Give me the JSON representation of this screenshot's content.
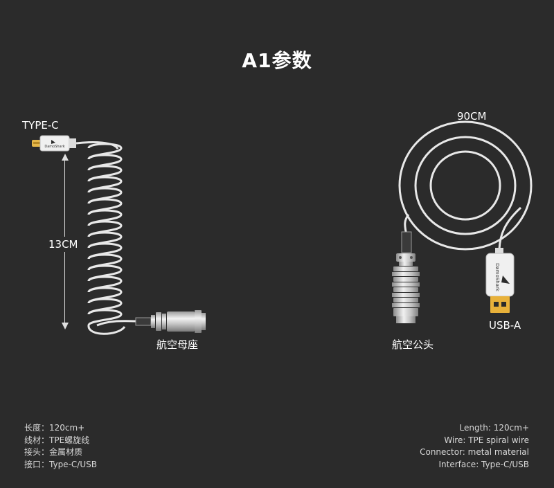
{
  "title": "A1参数",
  "labels": {
    "type_c": "TYPE-C",
    "length_13": "13CM",
    "length_90": "90CM",
    "usb_a": "USB-A",
    "female_connector": "航空母座",
    "male_connector": "航空公头"
  },
  "brand_logo": "DamoShark",
  "specs_cn": [
    "长度：120cm+",
    "线材：TPE螺旋线",
    "接头：金属材质",
    "接口：Type-C/USB"
  ],
  "specs_en": [
    "Length: 120cm+",
    "Wire: TPE spiral wire",
    "Connector: metal material",
    "Interface: Type-C/USB"
  ],
  "colors": {
    "background": "#2b2b2b",
    "cable": "#e8e8e8",
    "metal": "#d5d5d5",
    "gold": "#e8b13a"
  }
}
